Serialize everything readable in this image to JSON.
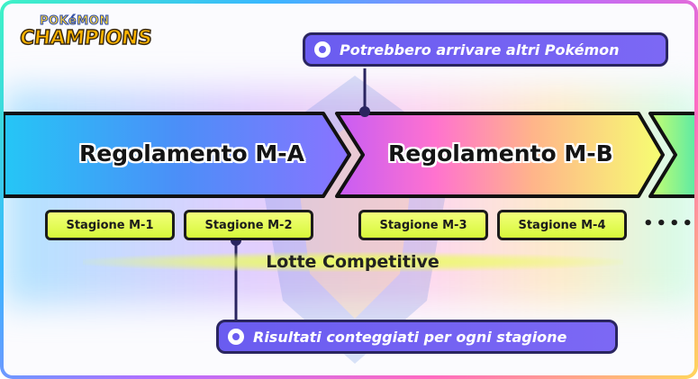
{
  "logo": {
    "line1": "POKéMON",
    "line2": "CHAMPIONS"
  },
  "callout_top": {
    "text": "Potrebbero arrivare altri Pokémon"
  },
  "callout_bottom": {
    "text": "Risultati conteggiati per ogni stagione"
  },
  "regulations": [
    {
      "label": "Regolamento M-A"
    },
    {
      "label": "Regolamento M-B"
    }
  ],
  "seasons": [
    {
      "label": "Stagione M-1"
    },
    {
      "label": "Stagione M-2"
    },
    {
      "label": "Stagione M-3"
    },
    {
      "label": "Stagione M-4"
    }
  ],
  "ellipsis": "••••",
  "competitive_label": "Lotte Competitive",
  "colors": {
    "callout": "#6a5cf0",
    "pill": "#e4ff55",
    "outline": "#1b1b1b"
  }
}
